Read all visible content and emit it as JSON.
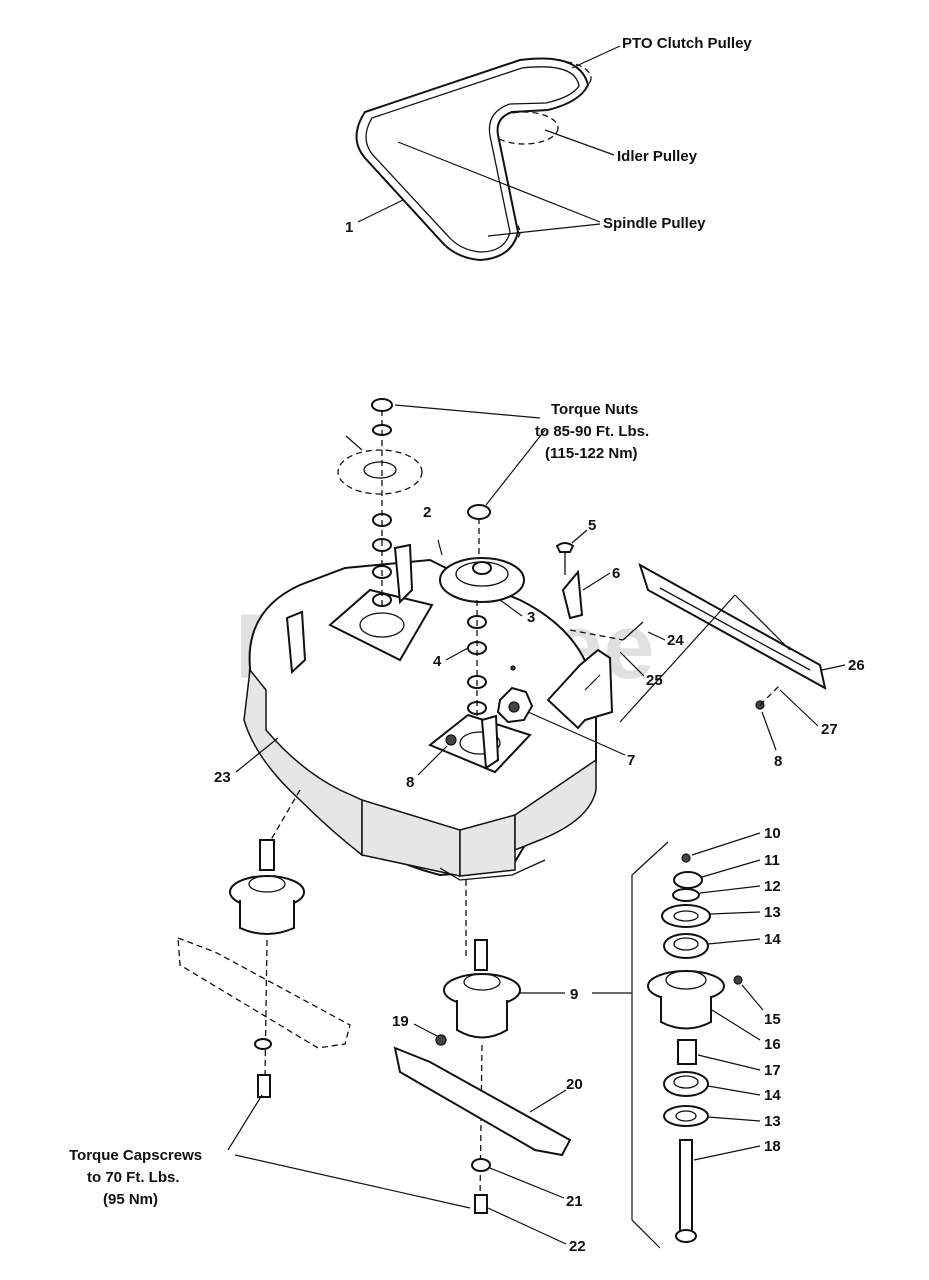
{
  "watermark": "PartsTree",
  "belt_labels": {
    "pto_clutch_pulley": "PTO Clutch Pulley",
    "idler_pulley": "Idler Pulley",
    "spindle_pulley": "Spindle Pulley"
  },
  "notes": {
    "torque_nuts": [
      "Torque Nuts",
      "to 85-90 Ft. Lbs.",
      "(115-122 Nm)"
    ],
    "torque_capscrews": [
      "Torque Capscrews",
      "to 70 Ft. Lbs.",
      "(95 Nm)"
    ]
  },
  "callouts": {
    "c1": "1",
    "c2": "2",
    "c3": "3",
    "c4": "4",
    "c5": "5",
    "c6": "6",
    "c7": "7",
    "c8a": "8",
    "c8b": "8",
    "c9": "9",
    "c10": "10",
    "c11": "11",
    "c12": "12",
    "c13a": "13",
    "c13b": "13",
    "c14a": "14",
    "c14b": "14",
    "c15": "15",
    "c16": "16",
    "c17": "17",
    "c18": "18",
    "c19": "19",
    "c20": "20",
    "c21": "21",
    "c22": "22",
    "c23": "23",
    "c24": "24",
    "c25": "25",
    "c26": "26",
    "c27": "27"
  }
}
